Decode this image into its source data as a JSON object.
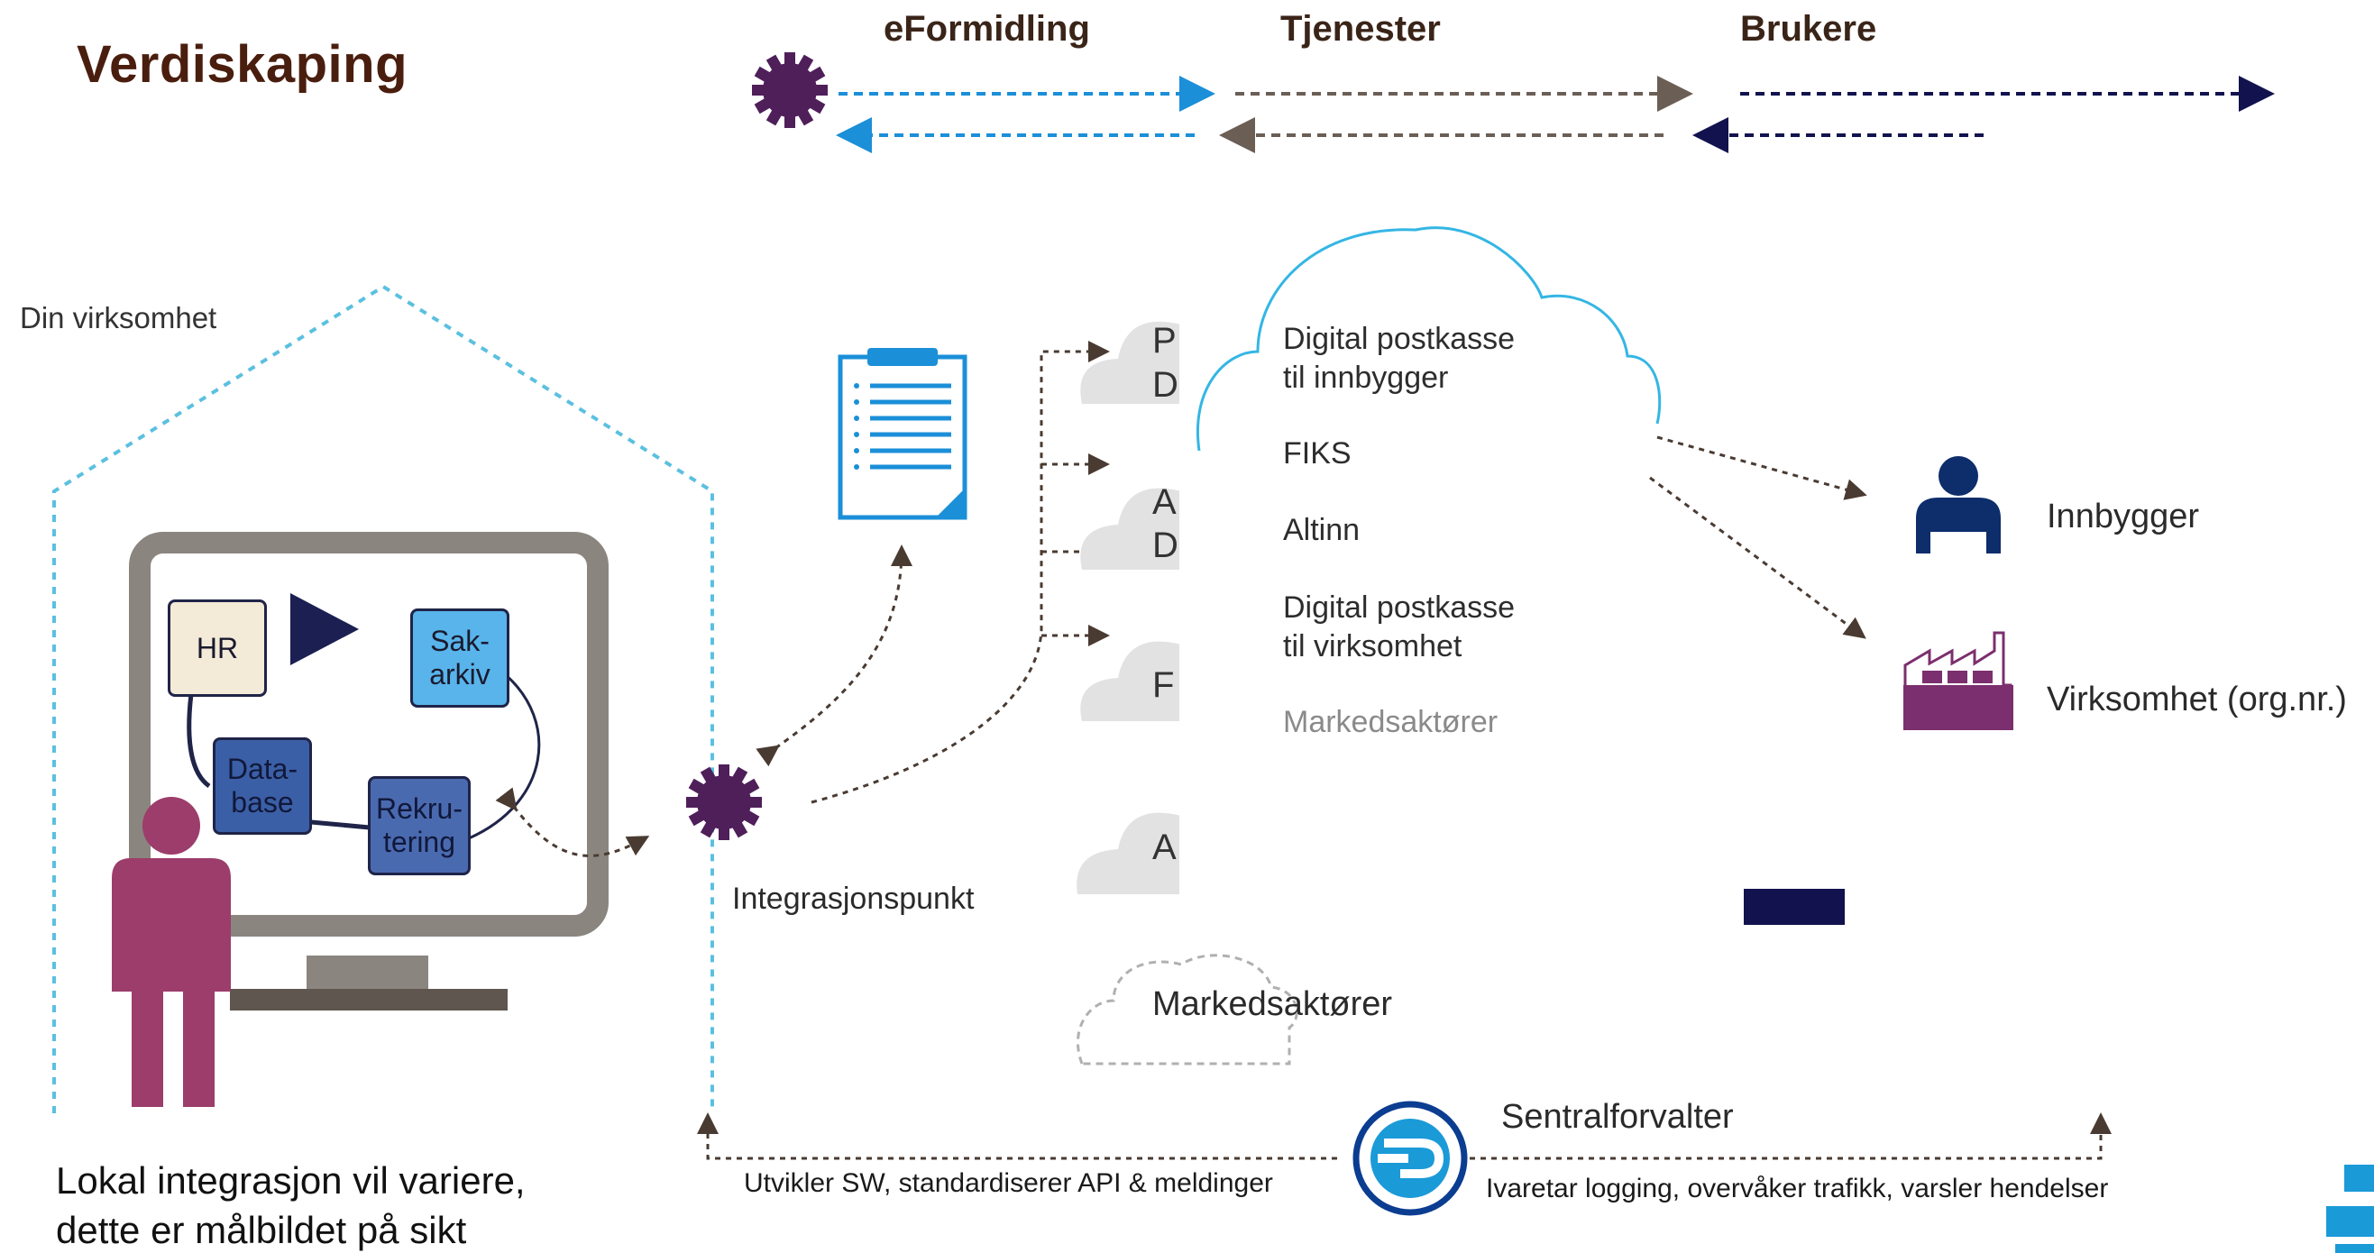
{
  "title": "Verdiskaping",
  "top_flow": {
    "eformidling": "eFormidling",
    "tjenester": "Tjenester",
    "brukere": "Brukere"
  },
  "house": {
    "label": "Din virksomhet",
    "boxes": {
      "hr": "HR",
      "sakarkiv_1": "Sak-",
      "sakarkiv_2": "arkiv",
      "database_1": "Data-",
      "database_2": "base",
      "rekrutering_1": "Rekru-",
      "rekrutering_2": "tering"
    }
  },
  "integrasjonspunkt": "Integrasjonspunkt",
  "partial_clouds": {
    "row1_a": "P",
    "row1_b": "D",
    "row2_a": "A",
    "row2_b": "D",
    "row3": "F",
    "row4": "A"
  },
  "cloud_items": {
    "dp_innbygger_1": "Digital postkasse",
    "dp_innbygger_2": "til innbygger",
    "fiks": "FIKS",
    "altinn": "Altinn",
    "dp_virksomhet_1": "Digital postkasse",
    "dp_virksomhet_2": "til virksomhet",
    "markedsaktorer_faded": "Markedsaktører"
  },
  "markedsaktorer": "Markedsaktører",
  "recipients": {
    "innbygger": "Innbygger",
    "virksomhet": "Virksomhet (org.nr.)"
  },
  "sentralforvalter": {
    "label": "Sentralforvalter",
    "left_caption": "Utvikler SW, standardiserer API & meldinger",
    "right_caption": "Ivaretar logging, overvåker trafikk, varsler hendelser"
  },
  "bottom_note": {
    "line1": "Lokal integrasjon vil variere,",
    "line2": "dette er målbildet på sikt"
  },
  "colors": {
    "gear": "#4f1f5a",
    "blue_arrow": "#1b8fd8",
    "dashed_house": "#5bc0e0",
    "navy": "#12124f",
    "person": "#9c3d6b",
    "monitor": "#8b857f"
  }
}
